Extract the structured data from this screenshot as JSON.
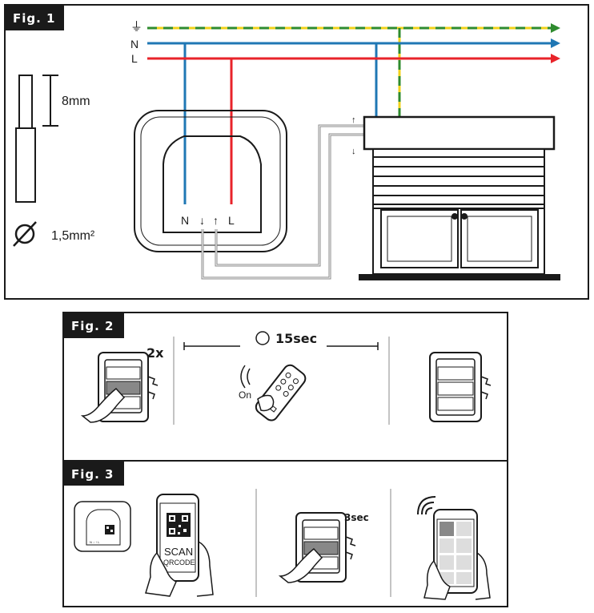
{
  "fig1": {
    "tag": "Fig. 1",
    "wires": {
      "ground": "⏚",
      "neutral": "N",
      "live": "L"
    },
    "strip_length": "8mm",
    "cross_section": "1,5mm²",
    "terminals": {
      "n": "N",
      "down": "↓",
      "up": "↑",
      "l": "L"
    },
    "motor_up": "↑",
    "motor_down": "↓"
  },
  "fig2": {
    "tag": "Fig. 2",
    "press_count": "2x",
    "timer": "15sec",
    "remote_label": "On"
  },
  "fig3": {
    "tag": "Fig. 3",
    "terminal_text": "N ↓ ↑ L",
    "scan_label": "SCAN",
    "qr_label": "QRCODE",
    "hold_time": "3sec"
  },
  "colors": {
    "neutral": "#1f77b4",
    "live": "#e8232a",
    "earth_green": "#2e8b2e",
    "earth_yellow": "#f2d21b",
    "control_wire": "#888888",
    "frame": "#1a1a1a"
  }
}
